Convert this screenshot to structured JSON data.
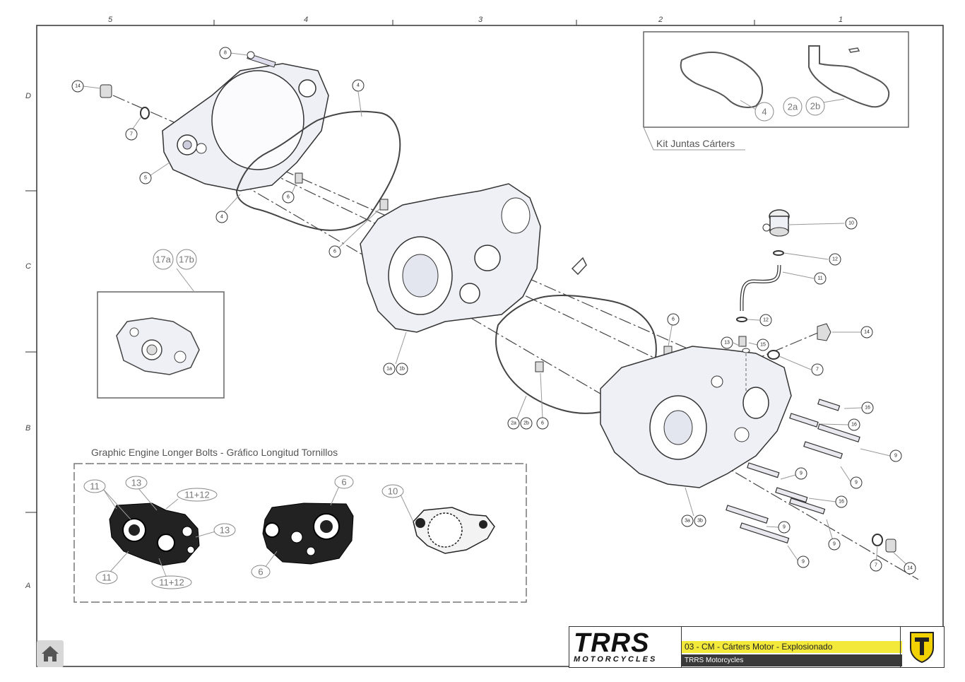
{
  "ruler": {
    "top": [
      "5",
      "4",
      "3",
      "2",
      "1"
    ],
    "left": [
      "D",
      "C",
      "B",
      "A"
    ]
  },
  "kit": {
    "caption": "Kit Juntas Cárters",
    "labels": [
      "4",
      "2a",
      "2b"
    ]
  },
  "inset": {
    "labels": [
      "17a",
      "17b"
    ]
  },
  "graphic": {
    "caption": "Graphic Engine Longer Bolts - Gráfico Longitud Tornillos",
    "labels": {
      "a": "11",
      "b": "13",
      "c": "11+12",
      "d": "13",
      "e": "11",
      "f": "11+12",
      "g": "6",
      "h": "6",
      "i": "10"
    }
  },
  "callouts": {
    "c8": "8",
    "c14a": "14",
    "c7a": "7",
    "c5": "5",
    "c4a": "4",
    "c4b": "4",
    "c6a": "6",
    "c6b": "6",
    "c1a": "1a",
    "c1b": "1b",
    "c2a": "2a",
    "c2b": "2b",
    "c6c": "6",
    "c6d": "6",
    "c10": "10",
    "c12a": "12",
    "c11": "11",
    "c12b": "12",
    "c13": "13",
    "c15": "15",
    "c14b": "14",
    "c7b": "7",
    "c16a": "16",
    "c16b": "16",
    "c9a": "9",
    "c9b": "9",
    "c9c": "9",
    "c16c": "16",
    "c3a": "3a",
    "c3b": "3b",
    "c9d": "9",
    "c9e": "9",
    "c9f": "9",
    "c7c": "7",
    "c14c": "14"
  },
  "titleblock": {
    "logo": "TRRS",
    "logo_sub": "MOTORCYCLES",
    "title": "03 - CM - Cárters Motor - Explosionado",
    "company": "TRRS Motorcycles"
  },
  "colors": {
    "accent": "#f2e93a",
    "dark": "#3a3a3a"
  },
  "icons": {
    "home": "home-icon"
  }
}
